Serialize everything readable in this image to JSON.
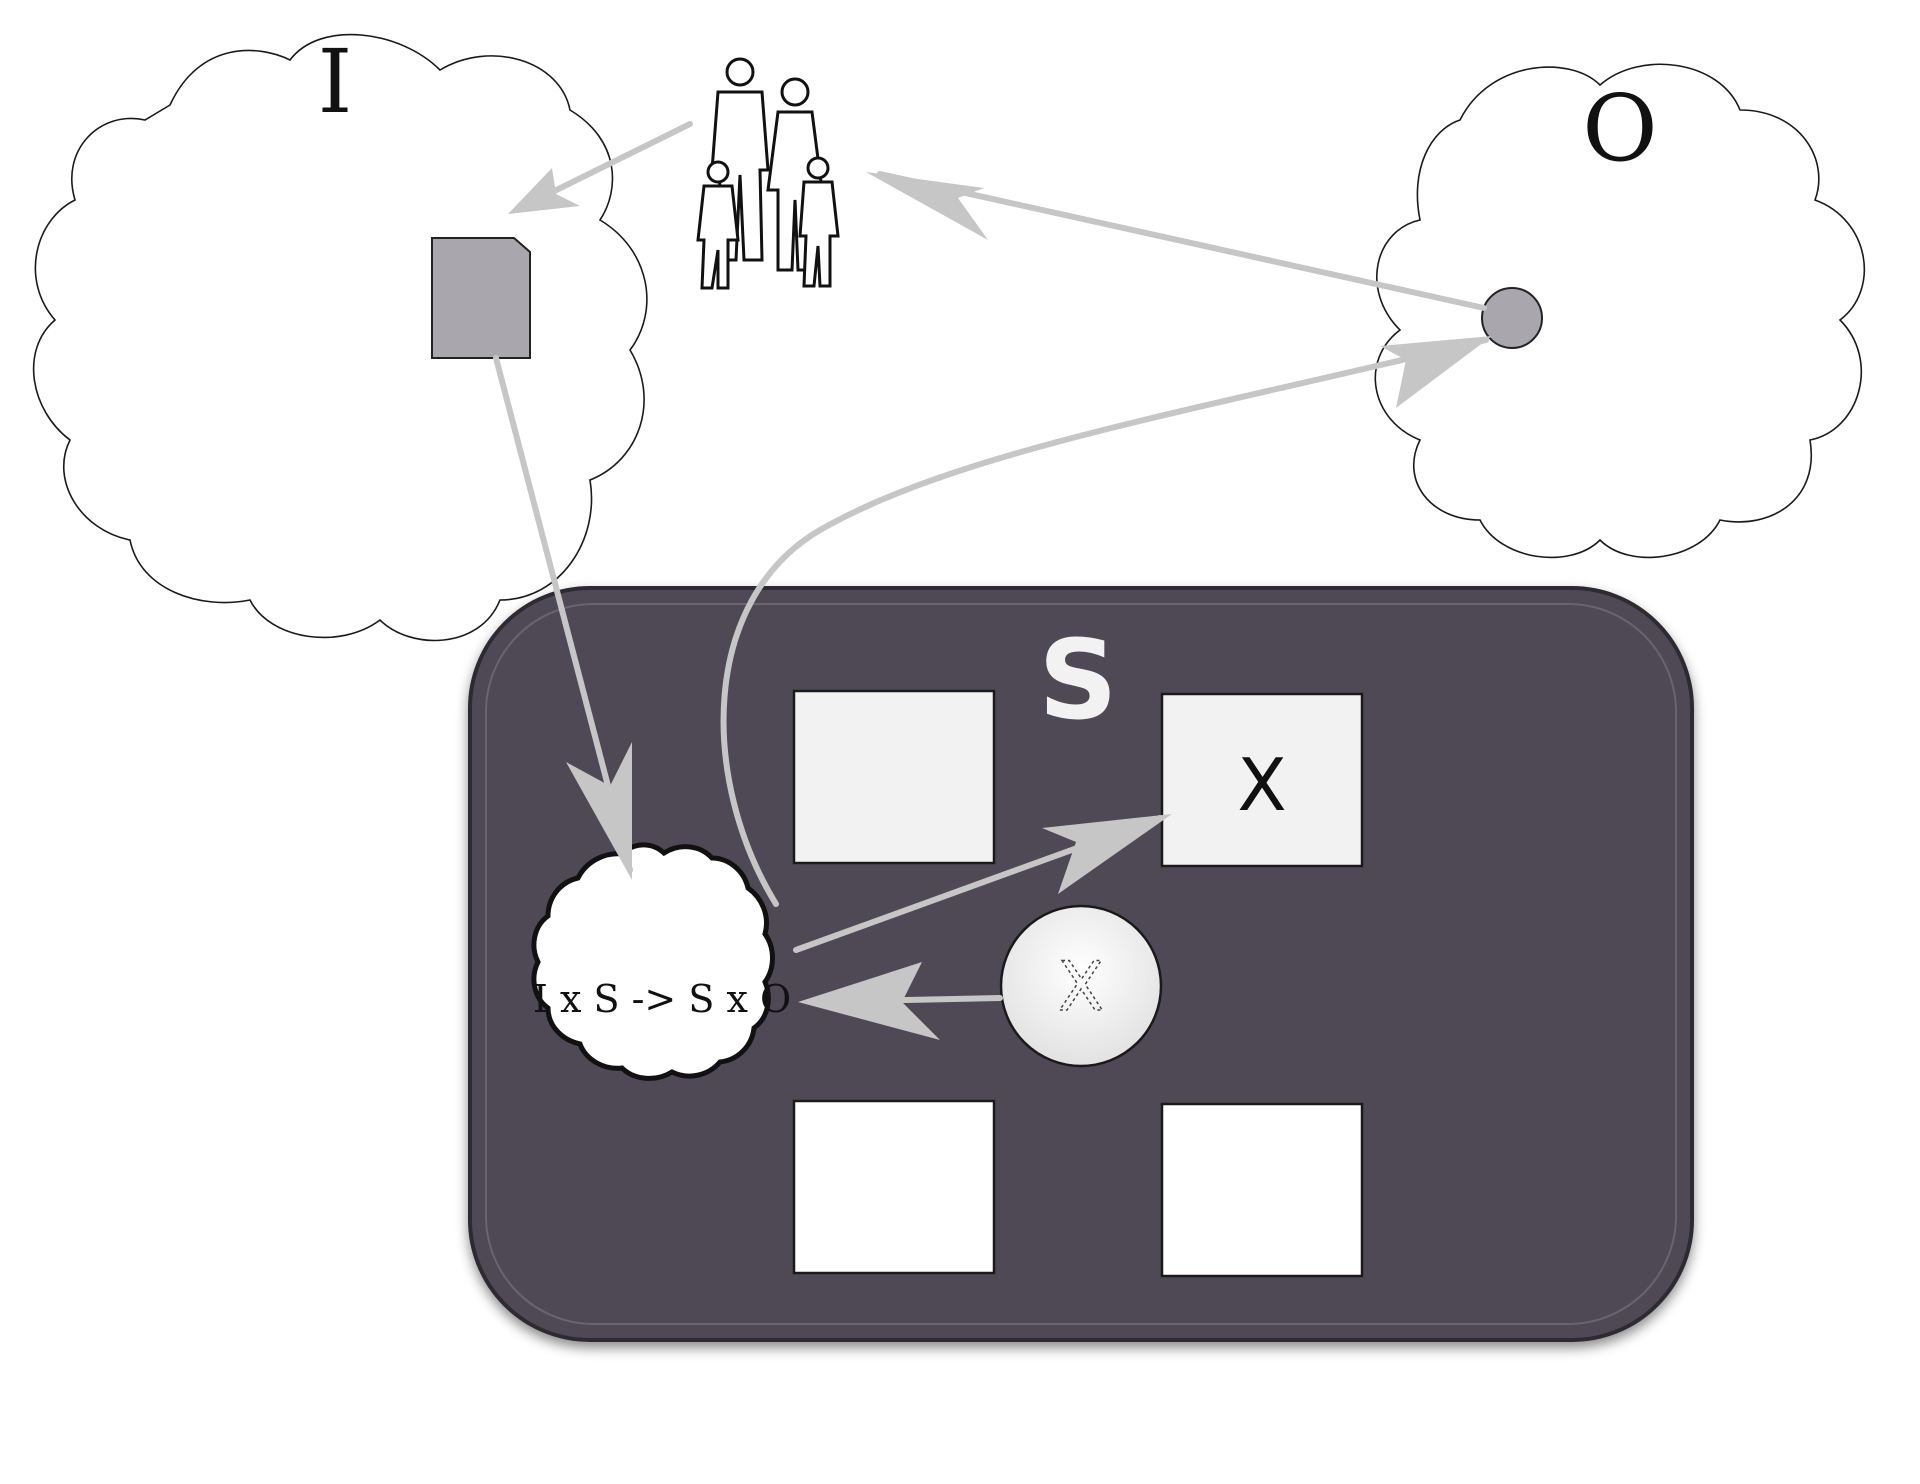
{
  "diagram": {
    "input_space": {
      "label": "I"
    },
    "output_space": {
      "label": "O"
    },
    "state_space": {
      "label": "S"
    },
    "transition_function": {
      "label": "I x S -> S x O"
    },
    "state_slots": [
      {
        "label": ""
      },
      {
        "label": "X"
      },
      {
        "label": ""
      },
      {
        "label": ""
      }
    ],
    "pending_token": {
      "label": "X"
    },
    "icons": [
      "family-icon",
      "document-icon",
      "output-dot-icon",
      "gear-icon"
    ],
    "colors": {
      "state_box": "#504a56",
      "arrow": "#c6c6c6",
      "document": "#a9a6ad",
      "output_dot": "#a9a6ad",
      "slot_fill_light": "#f2f2f2",
      "slot_fill_white": "#ffffff"
    }
  }
}
